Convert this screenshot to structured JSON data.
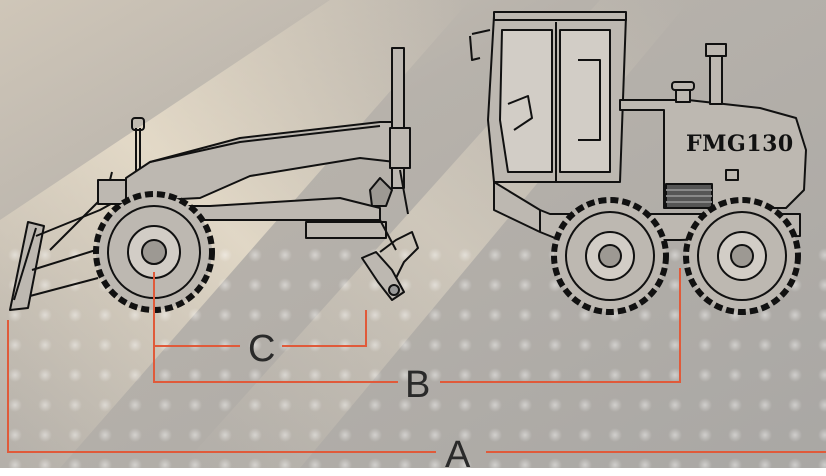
{
  "machine": {
    "model": "FMG130"
  },
  "dimensions": {
    "A": "A",
    "B": "B",
    "C": "C"
  },
  "colors": {
    "background": "#b9b4ad",
    "line_art": "#111111",
    "dimension_lines": "#e05a3a",
    "highlight": "#d9cdbb"
  }
}
